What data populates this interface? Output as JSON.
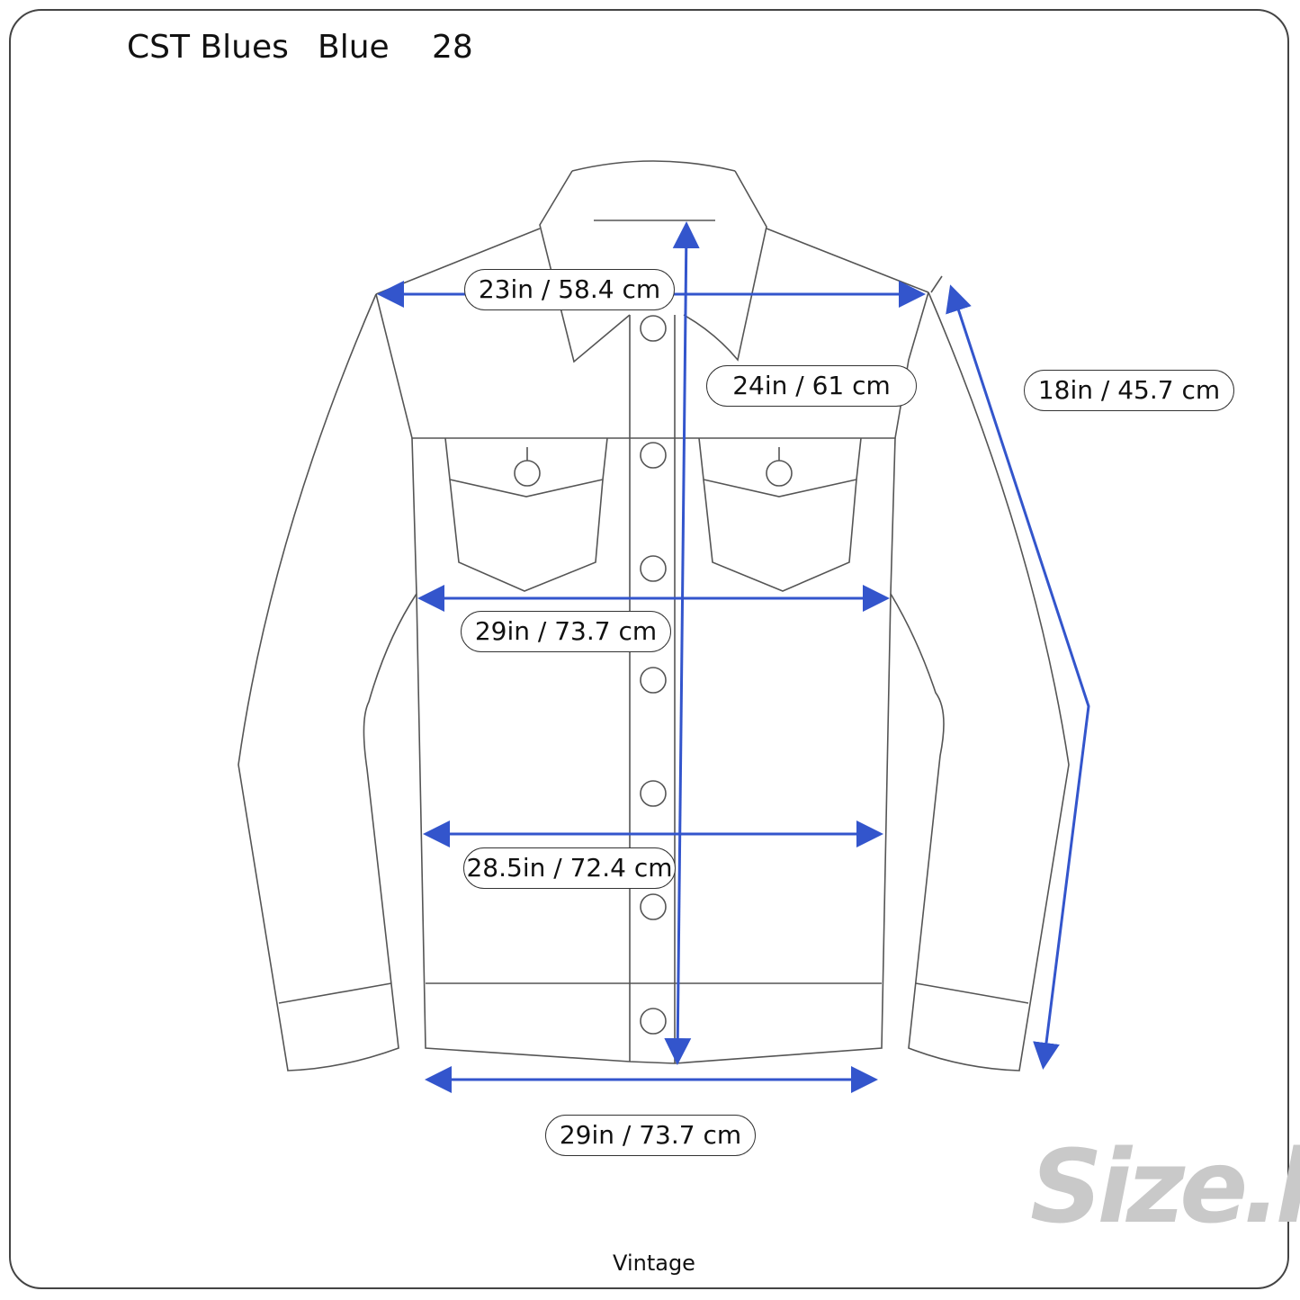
{
  "header": {
    "brand": "CST Blues",
    "color": "Blue",
    "size": "28"
  },
  "measurements": {
    "shoulder": "23in / 58.4 cm",
    "length": "24in / 61 cm",
    "sleeve": "18in / 45.7 cm",
    "chest": "29in / 73.7 cm",
    "waist": "28.5in / 72.4 cm",
    "hem": "29in / 73.7 cm"
  },
  "footer": {
    "label": "Vintage"
  },
  "logo": {
    "text": "Size.ly"
  },
  "colors": {
    "arrow": "#3355cc",
    "outline": "#555555",
    "logo": "#c9c9c9"
  }
}
